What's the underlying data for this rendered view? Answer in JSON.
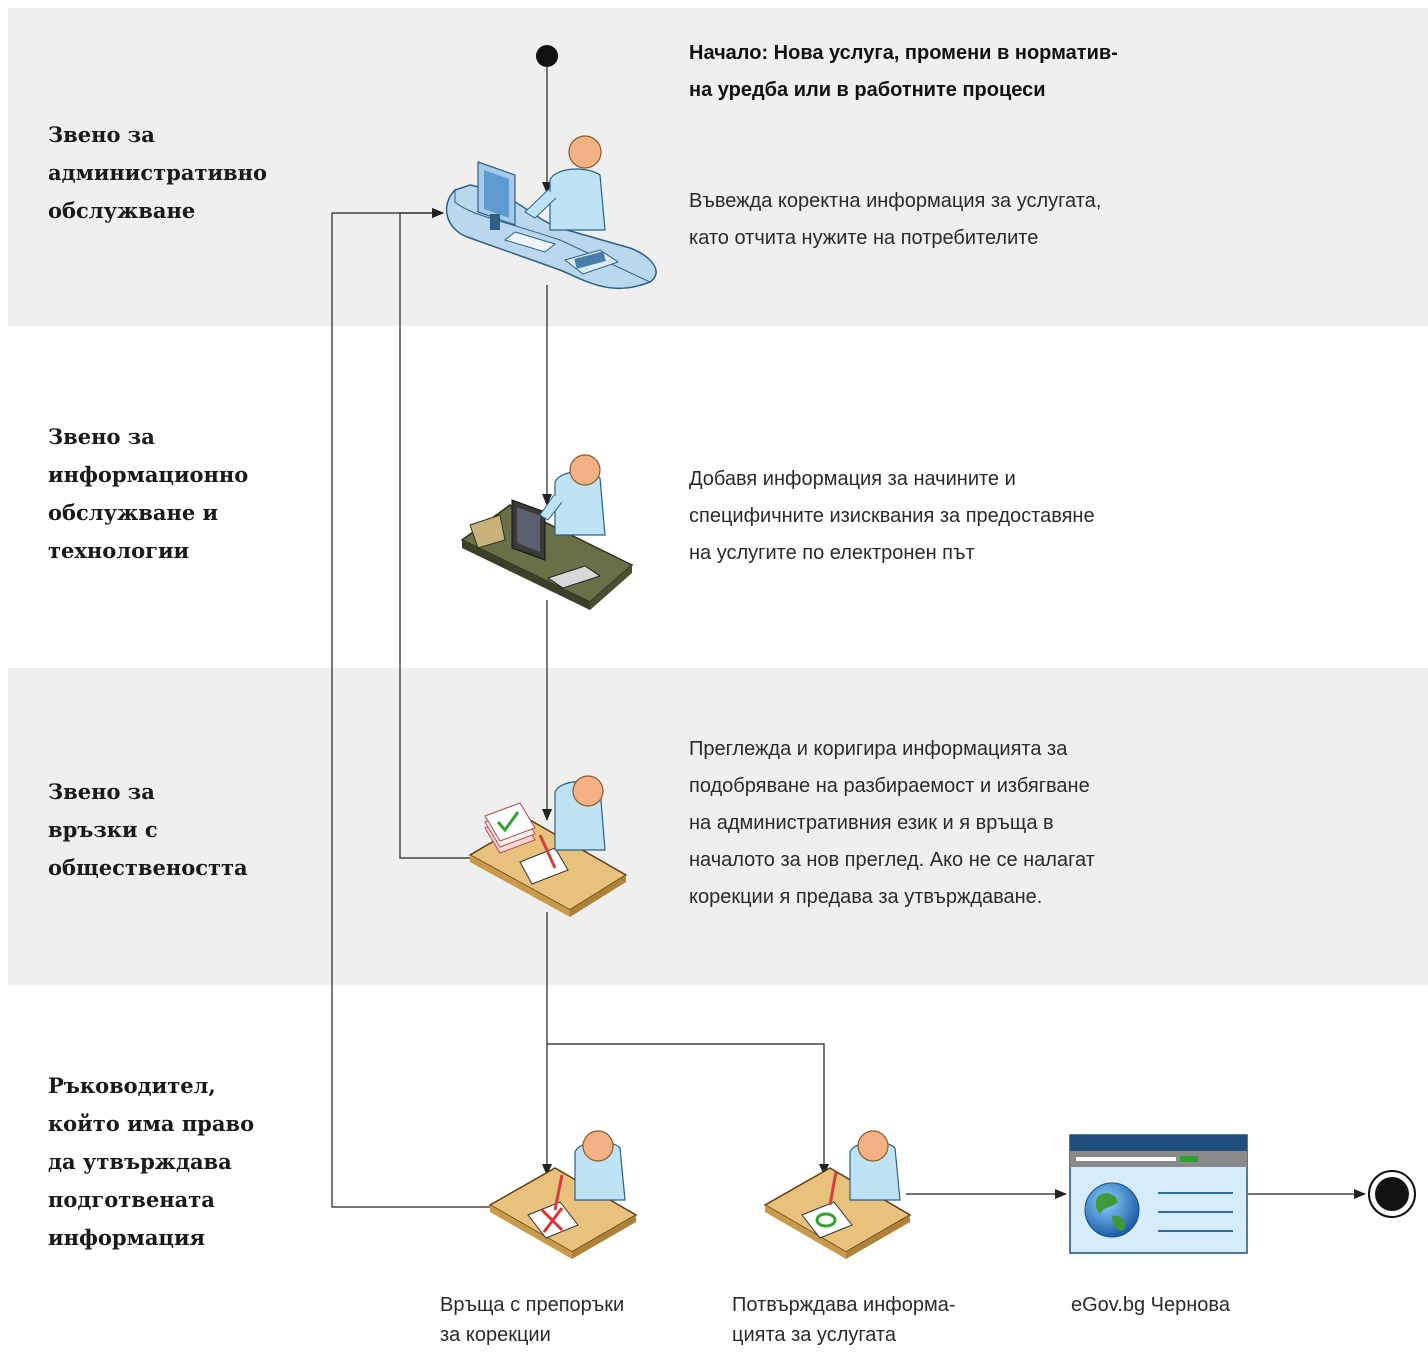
{
  "lanes": [
    {
      "label": "Звено за\nадминистративно\nобслужване"
    },
    {
      "label": "Звено за\nинформационно\nобслужване и\nтехнологии"
    },
    {
      "label": "Звено за\nвръзки с\nобществеността"
    },
    {
      "label": "Ръководител,\nкойто има право\nда утвърждава\nподготвената\nинформация"
    }
  ],
  "steps": {
    "start": "Начало: Нова услуга, промени в норматив-\nна уредба или в работните процеси",
    "admin": "Въвежда коректна информация за услугата,\nкато отчита нужите на потребителите",
    "it": "Добавя информация за начините и\nспецифичните изисквания за предоставяне\nна услугите по електронен път",
    "pr": "Преглежда и коригира информацията за\nподобряване на разбираемост и избягване\nна административния език и я връща в\nначалото за нов преглед. Ако не се налагат\nкорекции я предава за утвърждаване.",
    "reject": "Връща с препоръки\nза корекции",
    "approve": "Потвърждава информа-\nцията за услугата",
    "egov": "eGov.bg Чернова"
  },
  "colors": {
    "band": "#efefef",
    "line": "#222222",
    "skin": "#f4b183",
    "shirt": "#bde3f5",
    "desk_blue": "#b9d8ee",
    "desk_dark": "#4b4f32",
    "desk_wood": "#e8c27c",
    "reject_mark": "#e03030",
    "approve_mark": "#2ea12e"
  },
  "icons": [
    "start-node-icon",
    "admin-desk-icon",
    "it-desk-icon",
    "pr-desk-icon",
    "reject-desk-icon",
    "approve-desk-icon",
    "egov-window-icon",
    "end-node-icon"
  ]
}
